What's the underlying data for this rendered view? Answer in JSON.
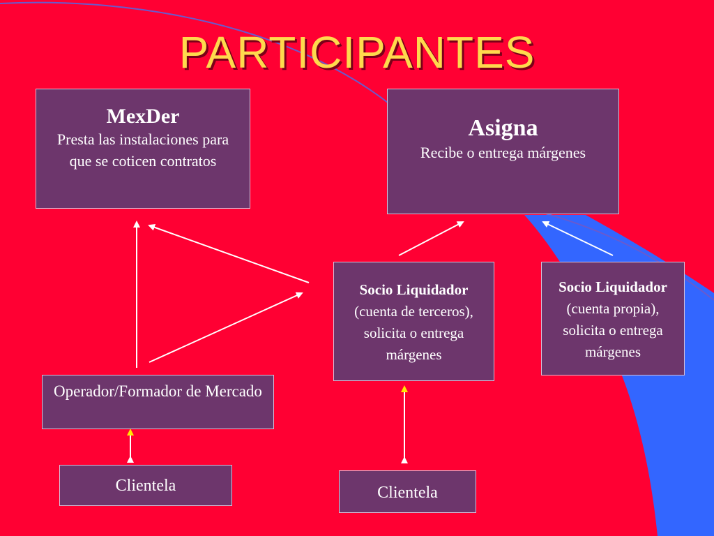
{
  "slide": {
    "title": "PARTICIPANTES",
    "colors": {
      "background": "#ff0033",
      "box": "#6d366c",
      "title": "#ffd94d",
      "accent_blue": "#3366ff"
    }
  },
  "boxes": {
    "mexder": {
      "heading": "MexDer",
      "text": "Presta las instalaciones para que se coticen contratos"
    },
    "asigna": {
      "heading": "Asigna",
      "text": "Recibe o entrega márgenes"
    },
    "socio_terceros": {
      "heading": "Socio Liquidador",
      "text": "(cuenta de terceros), solicita o entrega márgenes"
    },
    "socio_propia": {
      "heading": "Socio Liquidador",
      "text": "(cuenta propia), solicita o entrega márgenes"
    },
    "operador": {
      "text": "Operador/Formador de Mercado"
    },
    "clientela_1": {
      "text": "Clientela"
    },
    "clientela_2": {
      "text": "Clientela"
    }
  }
}
